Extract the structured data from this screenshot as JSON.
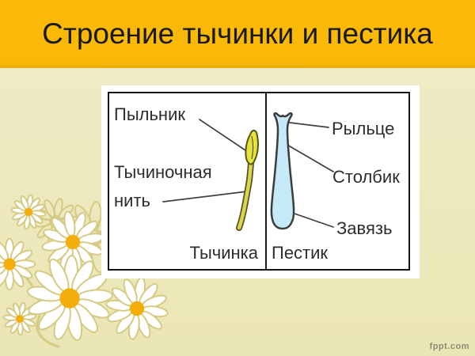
{
  "title": "Строение тычинки и пестика",
  "diagram": {
    "anther_label": "Пыльник",
    "filament_label_line1": "Тычиночная",
    "filament_label_line2": "нить",
    "stamen_label": "Тычинка",
    "stigma_label": "Рыльце",
    "style_label": "Столбик",
    "ovary_label": "Завязь",
    "pistil_label": "Пестик"
  },
  "watermark": "fppt.com",
  "colors": {
    "title_band": "#FBB907",
    "background_top": "#F0ECC8",
    "background_bottom": "#EBE6B5",
    "anther_fill": "#E6E33C",
    "filament_fill": "#D9D652",
    "stamen_outline": "#56541E",
    "pistil_fill": "#C6E9F8",
    "pistil_outline": "#3C3C3C",
    "daisy_petal": "#FFFFFF",
    "daisy_outline": "#D5CB85",
    "daisy_center": "#F3AE0C"
  }
}
